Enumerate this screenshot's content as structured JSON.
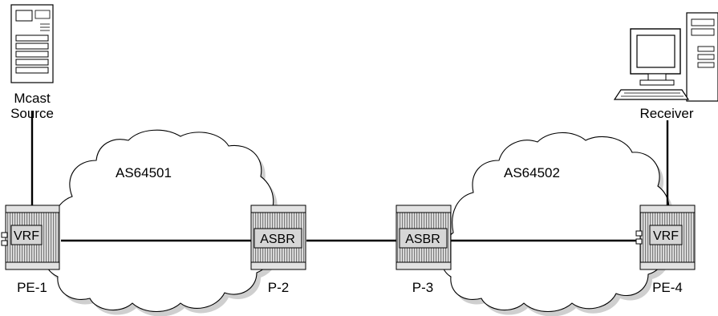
{
  "source": {
    "label_line1": "Mcast",
    "label_line2": "Source",
    "icon": "server-icon"
  },
  "receiver": {
    "label": "Receiver",
    "icon": "desktop-computer-icon"
  },
  "clouds": [
    {
      "label": "AS64501"
    },
    {
      "label": "AS64502"
    }
  ],
  "routers": [
    {
      "name": "PE-1",
      "box": "VRF"
    },
    {
      "name": "P-2",
      "box": "ASBR"
    },
    {
      "name": "P-3",
      "box": "ASBR"
    },
    {
      "name": "PE-4",
      "box": "VRF"
    }
  ],
  "colors": {
    "cloud_shadow": "#cfcfcf",
    "cloud_fill": "#ffffff",
    "router_body": "#e2e2e2",
    "router_stripes": "#7a7a7a",
    "label_box": "#d6d6d6",
    "line": "#000000"
  }
}
